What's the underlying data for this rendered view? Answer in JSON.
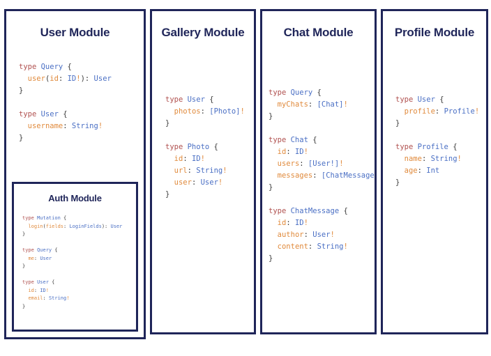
{
  "diagram": {
    "type": "graphql-schema-module-map",
    "panels": [
      {
        "id": "user",
        "title": "User Module",
        "code_blocks": [
          {
            "lines": [
              [
                {
                  "t": "type ",
                  "c": "kw"
                },
                {
                  "t": "Query",
                  "c": "tname"
                },
                {
                  "t": " {",
                  "c": "punc"
                }
              ],
              [
                {
                  "t": "  ",
                  "c": "punc"
                },
                {
                  "t": "user",
                  "c": "field"
                },
                {
                  "t": "(",
                  "c": "punc"
                },
                {
                  "t": "id",
                  "c": "field"
                },
                {
                  "t": ": ",
                  "c": "punc"
                },
                {
                  "t": "ID",
                  "c": "tname"
                },
                {
                  "t": "!",
                  "c": "bang"
                },
                {
                  "t": "): ",
                  "c": "punc"
                },
                {
                  "t": "User",
                  "c": "tname"
                }
              ],
              [
                {
                  "t": "}",
                  "c": "punc"
                }
              ]
            ]
          },
          {
            "lines": [
              [
                {
                  "t": "type ",
                  "c": "kw"
                },
                {
                  "t": "User",
                  "c": "tname"
                },
                {
                  "t": " {",
                  "c": "punc"
                }
              ],
              [
                {
                  "t": "  ",
                  "c": "punc"
                },
                {
                  "t": "username",
                  "c": "field"
                },
                {
                  "t": ": ",
                  "c": "punc"
                },
                {
                  "t": "String",
                  "c": "tname"
                },
                {
                  "t": "!",
                  "c": "bang"
                }
              ],
              [
                {
                  "t": "}",
                  "c": "punc"
                }
              ]
            ]
          }
        ]
      },
      {
        "id": "auth",
        "title": "Auth Module",
        "code_blocks": [
          {
            "lines": [
              [
                {
                  "t": "type ",
                  "c": "kw"
                },
                {
                  "t": "Mutation",
                  "c": "tname"
                },
                {
                  "t": " {",
                  "c": "punc"
                }
              ],
              [
                {
                  "t": "  ",
                  "c": "punc"
                },
                {
                  "t": "login",
                  "c": "field"
                },
                {
                  "t": "(",
                  "c": "punc"
                },
                {
                  "t": "fields",
                  "c": "field"
                },
                {
                  "t": ": ",
                  "c": "punc"
                },
                {
                  "t": "LoginFields",
                  "c": "tname"
                },
                {
                  "t": "): ",
                  "c": "punc"
                },
                {
                  "t": "User",
                  "c": "tname"
                }
              ],
              [
                {
                  "t": "}",
                  "c": "punc"
                }
              ]
            ]
          },
          {
            "lines": [
              [
                {
                  "t": "type ",
                  "c": "kw"
                },
                {
                  "t": "Query",
                  "c": "tname"
                },
                {
                  "t": " {",
                  "c": "punc"
                }
              ],
              [
                {
                  "t": "  ",
                  "c": "punc"
                },
                {
                  "t": "me",
                  "c": "field"
                },
                {
                  "t": ": ",
                  "c": "punc"
                },
                {
                  "t": "User",
                  "c": "tname"
                }
              ],
              [
                {
                  "t": "}",
                  "c": "punc"
                }
              ]
            ]
          },
          {
            "lines": [
              [
                {
                  "t": "type ",
                  "c": "kw"
                },
                {
                  "t": "User",
                  "c": "tname"
                },
                {
                  "t": " {",
                  "c": "punc"
                }
              ],
              [
                {
                  "t": "  ",
                  "c": "punc"
                },
                {
                  "t": "id",
                  "c": "field"
                },
                {
                  "t": ": ",
                  "c": "punc"
                },
                {
                  "t": "ID",
                  "c": "tname"
                },
                {
                  "t": "!",
                  "c": "bang"
                }
              ],
              [
                {
                  "t": "  ",
                  "c": "punc"
                },
                {
                  "t": "email",
                  "c": "field"
                },
                {
                  "t": ": ",
                  "c": "punc"
                },
                {
                  "t": "String",
                  "c": "tname"
                },
                {
                  "t": "!",
                  "c": "bang"
                }
              ],
              [
                {
                  "t": "}",
                  "c": "punc"
                }
              ]
            ]
          }
        ]
      },
      {
        "id": "gallery",
        "title": "Gallery Module",
        "code_blocks": [
          {
            "lines": [
              [
                {
                  "t": "type ",
                  "c": "kw"
                },
                {
                  "t": "User",
                  "c": "tname"
                },
                {
                  "t": " {",
                  "c": "punc"
                }
              ],
              [
                {
                  "t": "  ",
                  "c": "punc"
                },
                {
                  "t": "photos",
                  "c": "field"
                },
                {
                  "t": ": ",
                  "c": "punc"
                },
                {
                  "t": "[Photo]",
                  "c": "tname"
                },
                {
                  "t": "!",
                  "c": "bang"
                }
              ],
              [
                {
                  "t": "}",
                  "c": "punc"
                }
              ]
            ]
          },
          {
            "lines": [
              [
                {
                  "t": "type ",
                  "c": "kw"
                },
                {
                  "t": "Photo",
                  "c": "tname"
                },
                {
                  "t": " {",
                  "c": "punc"
                }
              ],
              [
                {
                  "t": "  ",
                  "c": "punc"
                },
                {
                  "t": "id",
                  "c": "field"
                },
                {
                  "t": ": ",
                  "c": "punc"
                },
                {
                  "t": "ID",
                  "c": "tname"
                },
                {
                  "t": "!",
                  "c": "bang"
                }
              ],
              [
                {
                  "t": "  ",
                  "c": "punc"
                },
                {
                  "t": "url",
                  "c": "field"
                },
                {
                  "t": ": ",
                  "c": "punc"
                },
                {
                  "t": "String",
                  "c": "tname"
                },
                {
                  "t": "!",
                  "c": "bang"
                }
              ],
              [
                {
                  "t": "  ",
                  "c": "punc"
                },
                {
                  "t": "user",
                  "c": "field"
                },
                {
                  "t": ": ",
                  "c": "punc"
                },
                {
                  "t": "User",
                  "c": "tname"
                },
                {
                  "t": "!",
                  "c": "bang"
                }
              ],
              [
                {
                  "t": "}",
                  "c": "punc"
                }
              ]
            ]
          }
        ]
      },
      {
        "id": "chat",
        "title": "Chat Module",
        "code_blocks": [
          {
            "lines": [
              [
                {
                  "t": "type ",
                  "c": "kw"
                },
                {
                  "t": "Query",
                  "c": "tname"
                },
                {
                  "t": " {",
                  "c": "punc"
                }
              ],
              [
                {
                  "t": "  ",
                  "c": "punc"
                },
                {
                  "t": "myChats",
                  "c": "field"
                },
                {
                  "t": ": ",
                  "c": "punc"
                },
                {
                  "t": "[Chat]",
                  "c": "tname"
                },
                {
                  "t": "!",
                  "c": "bang"
                }
              ],
              [
                {
                  "t": "}",
                  "c": "punc"
                }
              ]
            ]
          },
          {
            "lines": [
              [
                {
                  "t": "type ",
                  "c": "kw"
                },
                {
                  "t": "Chat",
                  "c": "tname"
                },
                {
                  "t": " {",
                  "c": "punc"
                }
              ],
              [
                {
                  "t": "  ",
                  "c": "punc"
                },
                {
                  "t": "id",
                  "c": "field"
                },
                {
                  "t": ": ",
                  "c": "punc"
                },
                {
                  "t": "ID",
                  "c": "tname"
                },
                {
                  "t": "!",
                  "c": "bang"
                }
              ],
              [
                {
                  "t": "  ",
                  "c": "punc"
                },
                {
                  "t": "users",
                  "c": "field"
                },
                {
                  "t": ": ",
                  "c": "punc"
                },
                {
                  "t": "[User!]",
                  "c": "tname"
                },
                {
                  "t": "!",
                  "c": "bang"
                }
              ],
              [
                {
                  "t": "  ",
                  "c": "punc"
                },
                {
                  "t": "messages",
                  "c": "field"
                },
                {
                  "t": ": ",
                  "c": "punc"
                },
                {
                  "t": "[ChatMessage]",
                  "c": "tname"
                },
                {
                  "t": "!",
                  "c": "bang"
                }
              ],
              [
                {
                  "t": "}",
                  "c": "punc"
                }
              ]
            ]
          },
          {
            "lines": [
              [
                {
                  "t": "type ",
                  "c": "kw"
                },
                {
                  "t": "ChatMessage",
                  "c": "tname"
                },
                {
                  "t": " {",
                  "c": "punc"
                }
              ],
              [
                {
                  "t": "  ",
                  "c": "punc"
                },
                {
                  "t": "id",
                  "c": "field"
                },
                {
                  "t": ": ",
                  "c": "punc"
                },
                {
                  "t": "ID",
                  "c": "tname"
                },
                {
                  "t": "!",
                  "c": "bang"
                }
              ],
              [
                {
                  "t": "  ",
                  "c": "punc"
                },
                {
                  "t": "author",
                  "c": "field"
                },
                {
                  "t": ": ",
                  "c": "punc"
                },
                {
                  "t": "User",
                  "c": "tname"
                },
                {
                  "t": "!",
                  "c": "bang"
                }
              ],
              [
                {
                  "t": "  ",
                  "c": "punc"
                },
                {
                  "t": "content",
                  "c": "field"
                },
                {
                  "t": ": ",
                  "c": "punc"
                },
                {
                  "t": "String",
                  "c": "tname"
                },
                {
                  "t": "!",
                  "c": "bang"
                }
              ],
              [
                {
                  "t": "}",
                  "c": "punc"
                }
              ]
            ]
          }
        ]
      },
      {
        "id": "profile",
        "title": "Profile Module",
        "code_blocks": [
          {
            "lines": [
              [
                {
                  "t": "type ",
                  "c": "kw"
                },
                {
                  "t": "User",
                  "c": "tname"
                },
                {
                  "t": " {",
                  "c": "punc"
                }
              ],
              [
                {
                  "t": "  ",
                  "c": "punc"
                },
                {
                  "t": "profile",
                  "c": "field"
                },
                {
                  "t": ": ",
                  "c": "punc"
                },
                {
                  "t": "Profile",
                  "c": "tname"
                },
                {
                  "t": "!",
                  "c": "bang"
                }
              ],
              [
                {
                  "t": "}",
                  "c": "punc"
                }
              ]
            ]
          },
          {
            "lines": [
              [
                {
                  "t": "type ",
                  "c": "kw"
                },
                {
                  "t": "Profile",
                  "c": "tname"
                },
                {
                  "t": " {",
                  "c": "punc"
                }
              ],
              [
                {
                  "t": "  ",
                  "c": "punc"
                },
                {
                  "t": "name",
                  "c": "field"
                },
                {
                  "t": ": ",
                  "c": "punc"
                },
                {
                  "t": "String",
                  "c": "tname"
                },
                {
                  "t": "!",
                  "c": "bang"
                }
              ],
              [
                {
                  "t": "  ",
                  "c": "punc"
                },
                {
                  "t": "age",
                  "c": "field"
                },
                {
                  "t": ": ",
                  "c": "punc"
                },
                {
                  "t": "Int",
                  "c": "tname"
                }
              ],
              [
                {
                  "t": "}",
                  "c": "punc"
                }
              ]
            ]
          }
        ]
      }
    ],
    "colors": {
      "border": "#1f2559",
      "title": "#1f2559",
      "keyword": "#b0514f",
      "type_name": "#4a6fc4",
      "field_name": "#e08a3c",
      "punctuation": "#3b3b3b",
      "background": "#ffffff"
    }
  }
}
